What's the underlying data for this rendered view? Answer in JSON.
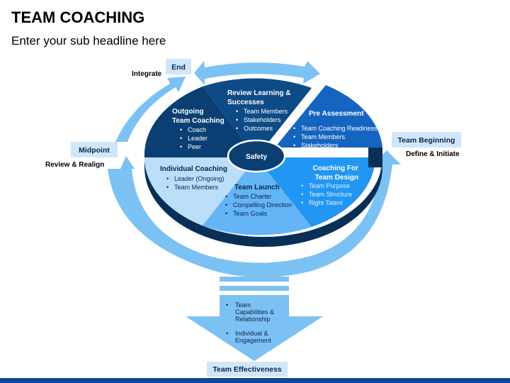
{
  "title": "TEAM COACHING",
  "subtitle": "Enter your sub headline here",
  "cycle": {
    "end": {
      "label": "End",
      "caption": "Integrate"
    },
    "midpoint": {
      "label": "Midpoint",
      "caption": "Review & Realign"
    },
    "beginning": {
      "label": "Team Beginning",
      "caption": "Define & Initiate"
    }
  },
  "center": "Safety",
  "segments": {
    "review": {
      "title": [
        "Review Learning &",
        "Successes"
      ],
      "items": [
        "Team Members",
        "Stakeholders",
        "Outcomes"
      ]
    },
    "pre": {
      "title": [
        "Pre Assessment"
      ],
      "items": [
        "Team Coaching Readiness",
        "Team Members",
        "Stakeholders"
      ]
    },
    "coaching": {
      "title": [
        "Coaching For",
        "Team Design"
      ],
      "items": [
        "Team Purpose",
        "Team Structure",
        "Right Talent"
      ]
    },
    "launch": {
      "title": [
        "Team Launch"
      ],
      "items": [
        "Team Charter",
        "Compelling Direction",
        "Team Goals"
      ]
    },
    "individual": {
      "title": [
        "Individual Coaching"
      ],
      "items": [
        "Leader (Ongoing)",
        "Team Members"
      ]
    },
    "outgoing": {
      "title": [
        "Outgoing",
        "Team Coaching"
      ],
      "items": [
        "Coach",
        "Leader",
        "Peer"
      ]
    }
  },
  "outcomes": {
    "items": [
      [
        "Team",
        "Capabilities &",
        "Relationship"
      ],
      [
        "Individual &",
        "Engagement"
      ]
    ],
    "label": "Team Effectiveness"
  },
  "colors": {
    "navy": "#0b3f73",
    "dark": "#0d4b86",
    "blue": "#1565c0",
    "mid": "#1e88e5",
    "light": "#64b5f6",
    "pale": "#bbdefb",
    "arrow": "#7cc1f3",
    "box": "#cfe6fb",
    "footer": "#0d47a1"
  }
}
